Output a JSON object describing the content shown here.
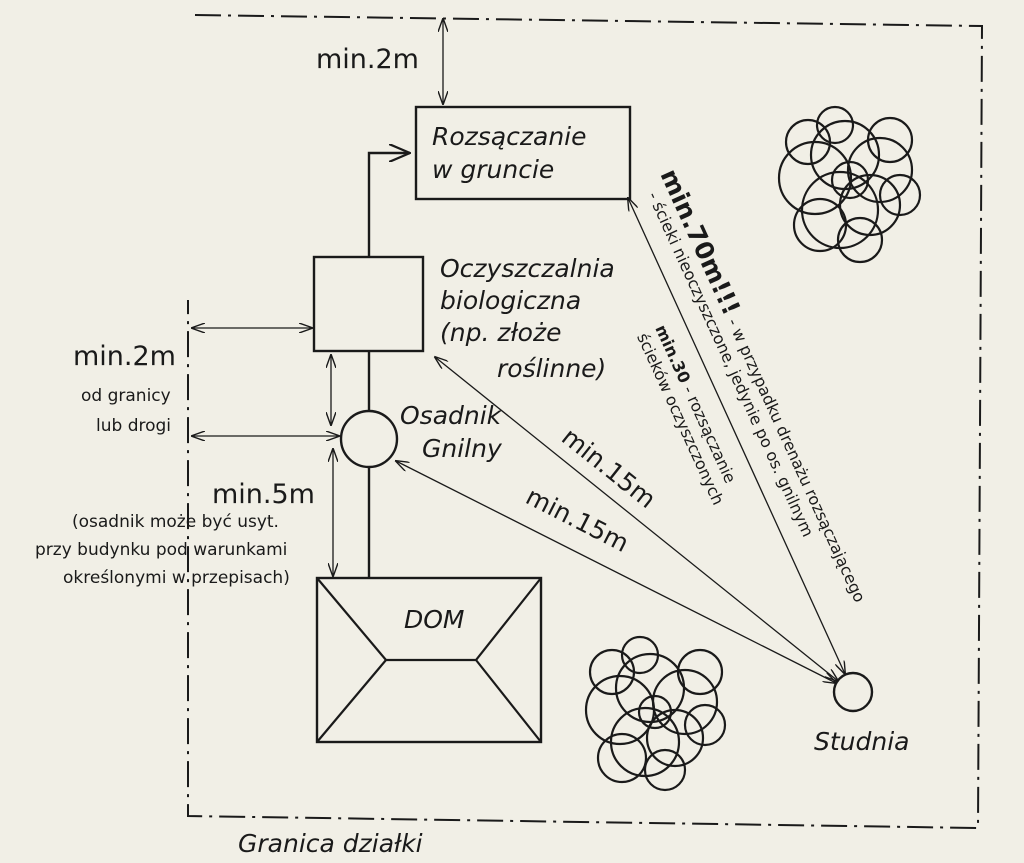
{
  "labels": {
    "top_margin": "min.2m",
    "infiltration": [
      "Rozsączanie",
      "w gruncie"
    ],
    "treatment_plant": [
      "Oczyszczalnia",
      "biologiczna",
      "(np. złoże",
      "roślinne)"
    ],
    "side_margin": "min.2m",
    "side_margin_note": [
      "od granicy",
      "lub drogi"
    ],
    "septic_tank": [
      "Osadnik",
      "Gnilny"
    ],
    "house_distance": "min.5m",
    "house_note": [
      "(osadnik może być usyt.",
      "przy budynku pod warunkami",
      "określonymi w przepisach)"
    ],
    "house": "DOM",
    "well": "Studnia",
    "plot_boundary": "Granica działki",
    "plant_to_well": "min.15m",
    "tank_to_well": "min.15m",
    "treated_sewage_bold": "min.30",
    "treated_sewage_rest": " - rozsączanie",
    "treated_sewage_line2": "ścieków oczyszczonych",
    "untreated_bold": "min.70m!!!",
    "untreated_rest": " - w przypadku drenażu rozsączającego",
    "untreated_line2": "- ścieki nieoczyszczone, jedynie po os. gnilnym"
  },
  "colors": {
    "paper": "#f1efe6",
    "ink": "#1a1a1a"
  },
  "icons": {
    "trees": "tree-canopy-icon",
    "arrows": "arrowhead"
  }
}
